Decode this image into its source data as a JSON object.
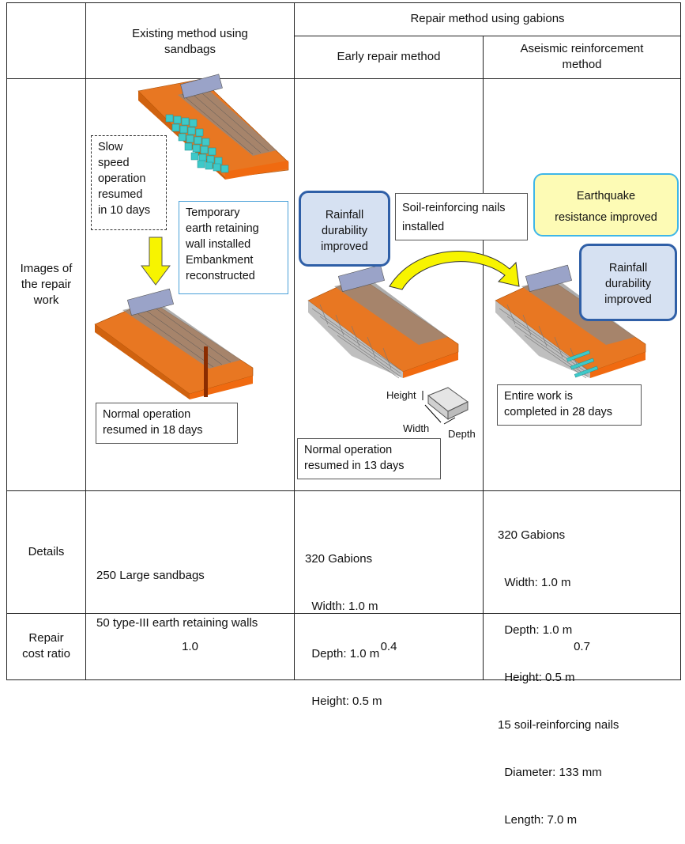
{
  "header": {
    "gabions_span": "Repair method using gabions",
    "col_existing_line1": "Existing method using",
    "col_existing_line2": "sandbags",
    "col_early": "Early repair method",
    "col_aseismic_line1": "Aseismic reinforcement",
    "col_aseismic_line2": "method"
  },
  "rows": {
    "images_label": [
      "Images of",
      "the repair",
      "work"
    ],
    "details_label": "Details",
    "cost_label": [
      "Repair",
      "cost ratio"
    ]
  },
  "images": {
    "existing": {
      "slow_speed": [
        "Slow",
        "speed",
        "operation",
        "resumed",
        "in 10 days"
      ],
      "temporary": [
        "Temporary",
        "earth retaining",
        "wall installed",
        "Embankment",
        "reconstructed"
      ],
      "normal": [
        "Normal operation",
        "resumed in 18 days"
      ]
    },
    "early": {
      "rainfall": [
        "Rainfall",
        "durability",
        "improved"
      ],
      "nails": [
        "Soil-reinforcing nails",
        "installed"
      ],
      "normal": [
        "Normal operation",
        "resumed in 13 days"
      ],
      "gabion_labels": {
        "height": "Height",
        "width": "Width",
        "depth": "Depth"
      }
    },
    "aseismic": {
      "earthquake": [
        "Earthquake",
        "resistance improved"
      ],
      "rainfall": [
        "Rainfall",
        "durability",
        "improved"
      ],
      "entire": [
        "Entire work is",
        "completed in 28 days"
      ]
    }
  },
  "details": {
    "existing": [
      "250 Large sandbags",
      "50 type-III earth retaining walls"
    ],
    "early": [
      "320 Gabions",
      "  Width: 1.0 m",
      "  Depth: 1.0 m",
      "  Height: 0.5 m"
    ],
    "aseismic": [
      "320 Gabions",
      "  Width: 1.0 m",
      "  Depth: 1.0 m",
      "  Height: 0.5 m",
      "15 soil-reinforcing nails",
      "  Diameter: 133 mm",
      "  Length: 7.0 m"
    ]
  },
  "cost": {
    "existing": "1.0",
    "early": "0.4",
    "aseismic": "0.7"
  },
  "colors": {
    "embankment": "#e87722",
    "embankment_dark": "#c25a10",
    "sandbag": "#3ec9c9",
    "gabion": "#bfbfbf",
    "arrow_yellow": "#f7f400",
    "train": "#9aa3c8"
  }
}
